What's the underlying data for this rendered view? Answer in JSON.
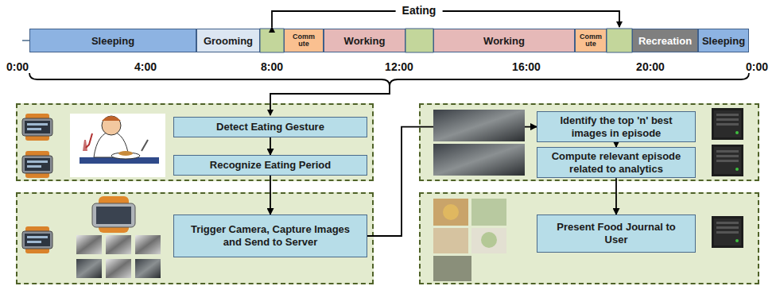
{
  "diagram": {
    "nodes": [
      {
        "text": [
          "Sleeping"
        ]
      },
      {
        "text": [
          "Grooming"
        ]
      },
      {
        "text": [
          "Commute"
        ]
      },
      {
        "text": [
          "Working"
        ]
      },
      {
        "text": [
          "Working"
        ]
      },
      {
        "text": [
          "Commute"
        ]
      },
      {
        "text": [
          "Recreation"
        ]
      },
      {
        "text": [
          "Sleeping"
        ]
      },
      {
        "text": [
          "Detect Eating Gesture"
        ]
      },
      {
        "text": [
          "Recognize Eating Period"
        ]
      },
      {
        "text": [
          "Trigger Camera, Capture Images and Send to Server"
        ]
      },
      {
        "text": [
          "Identify the top 'n' best images in episode"
        ]
      },
      {
        "text": [
          "Compute relevant episode related to analytics"
        ]
      },
      {
        "text": [
          "Present Food Journal to User"
        ]
      }
    ],
    "edges": [
      {
        "from": 8,
        "to": 9,
        "arrow": "to"
      },
      {
        "from": 9,
        "to": 10,
        "arrow": "to"
      },
      {
        "from": 10,
        "to": 11,
        "arrow": "to"
      },
      {
        "from": 11,
        "to": 12,
        "arrow": "to"
      },
      {
        "from": 12,
        "to": 13,
        "arrow": "to"
      }
    ],
    "labels": [
      "Eating",
      "0:00",
      "4:00",
      "8:00",
      "12:00",
      "16:00",
      "20:00",
      "0:00"
    ]
  }
}
